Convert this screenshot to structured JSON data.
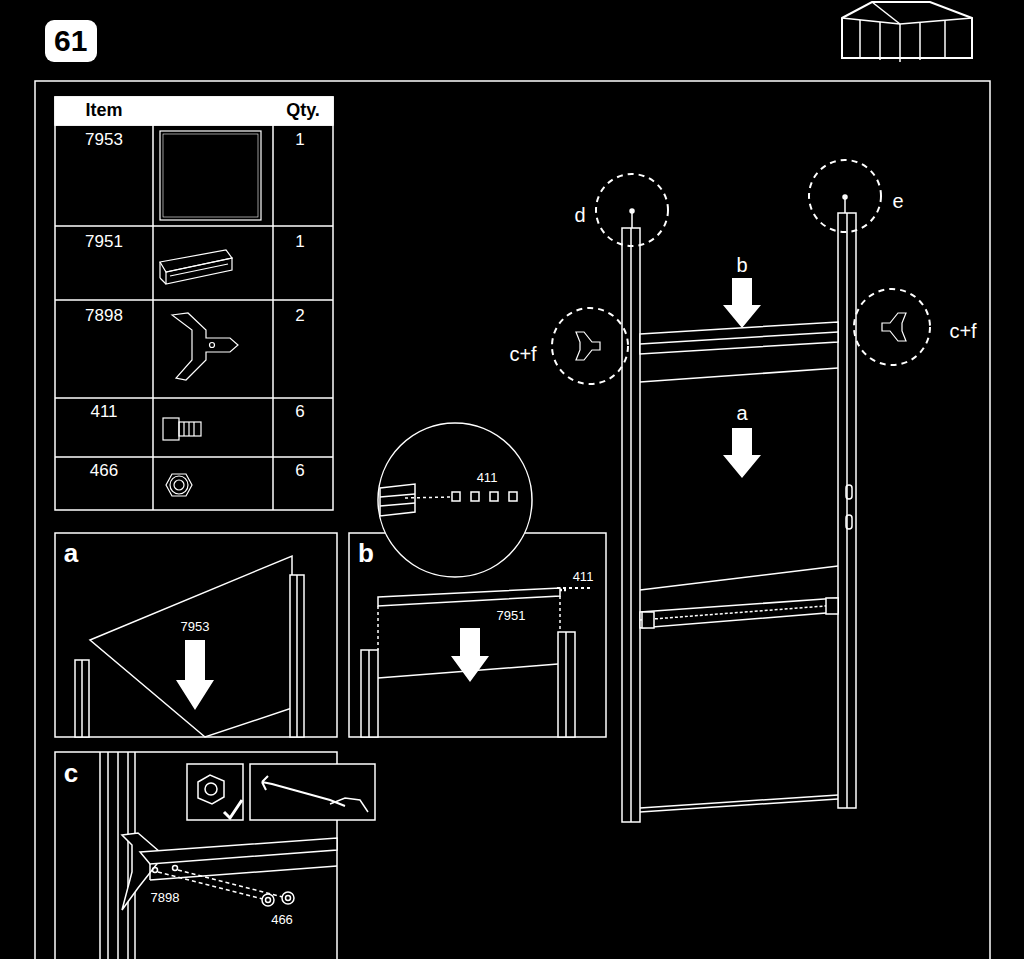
{
  "diagram": {
    "nodes": [
      {
        "text": [
          "61"
        ]
      }
    ],
    "labels": [
      "Item",
      "Qty.",
      "7953",
      "1",
      "7951",
      "1",
      "7898",
      "2",
      "411",
      "6",
      "466",
      "6",
      "d",
      "e",
      "b",
      "c+f",
      "c+f",
      "a",
      "411",
      "a",
      "7953",
      "b",
      "411",
      "7951",
      "c",
      "7898",
      "466"
    ]
  }
}
